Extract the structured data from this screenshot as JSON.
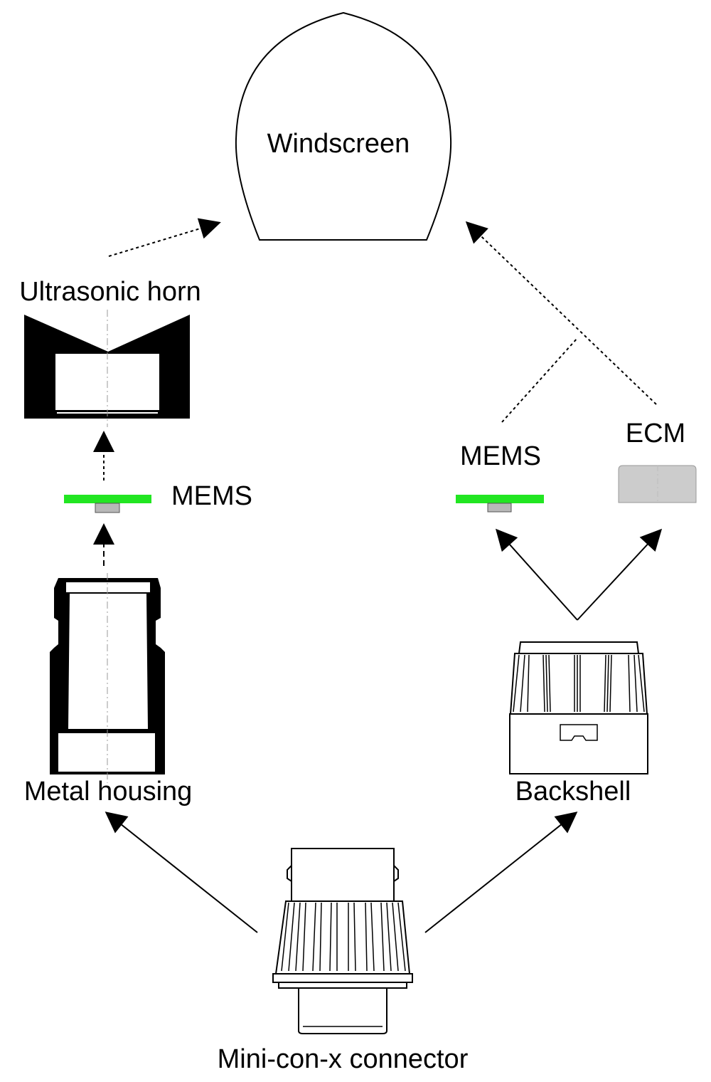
{
  "labels": {
    "windscreen": "Windscreen",
    "ultrasonic_horn": "Ultrasonic horn",
    "mems_left": "MEMS",
    "mems_right": "MEMS",
    "ecm": "ECM",
    "metal_housing": "Metal housing",
    "backshell": "Backshell",
    "connector": "Mini-con-x connector"
  },
  "colors": {
    "mems_board": "#22e622",
    "mems_chip": "#b8b8b8",
    "ecm_body": "#cccccc",
    "line": "#000000"
  }
}
